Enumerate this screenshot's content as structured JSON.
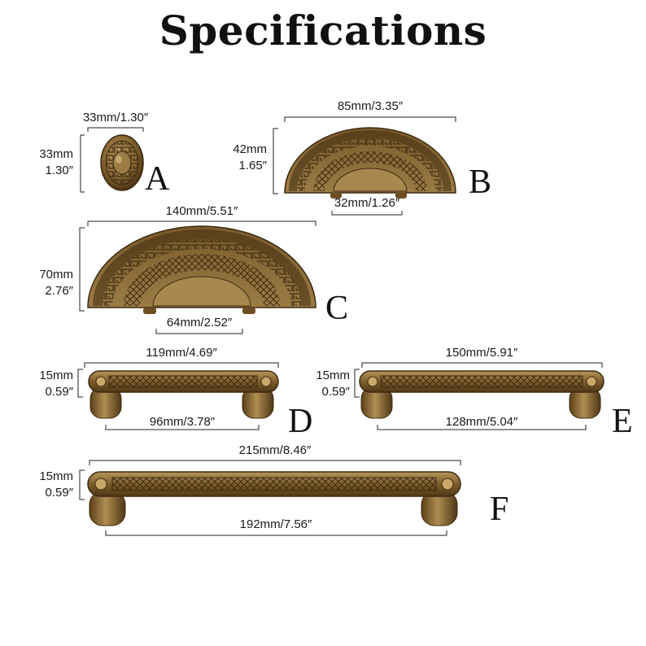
{
  "title": "Specifications",
  "colors": {
    "brass_dark": "#5a4018",
    "brass_mid": "#8a6a35",
    "brass_light": "#b8965a"
  },
  "items": {
    "A": {
      "letter": "A",
      "width_mm": "33mm/1.30″",
      "height_mm": "33mm",
      "height_in": "1.30″"
    },
    "B": {
      "letter": "B",
      "width_mm": "85mm/3.35″",
      "height_mm": "42mm",
      "height_in": "1.65″",
      "hole_spacing": "32mm/1.26″"
    },
    "C": {
      "letter": "C",
      "width_mm": "140mm/5.51″",
      "height_mm": "70mm",
      "height_in": "2.76″",
      "hole_spacing": "64mm/2.52″"
    },
    "D": {
      "letter": "D",
      "width_mm": "119mm/4.69″",
      "height_mm": "15mm",
      "height_in": "0.59″",
      "hole_spacing": "96mm/3.78″"
    },
    "E": {
      "letter": "E",
      "width_mm": "150mm/5.91″",
      "height_mm": "15mm",
      "height_in": "0.59″",
      "hole_spacing": "128mm/5.04″"
    },
    "F": {
      "letter": "F",
      "width_mm": "215mm/8.46″",
      "height_mm": "15mm",
      "height_in": "0.59″",
      "hole_spacing": "192mm/7.56″"
    }
  }
}
